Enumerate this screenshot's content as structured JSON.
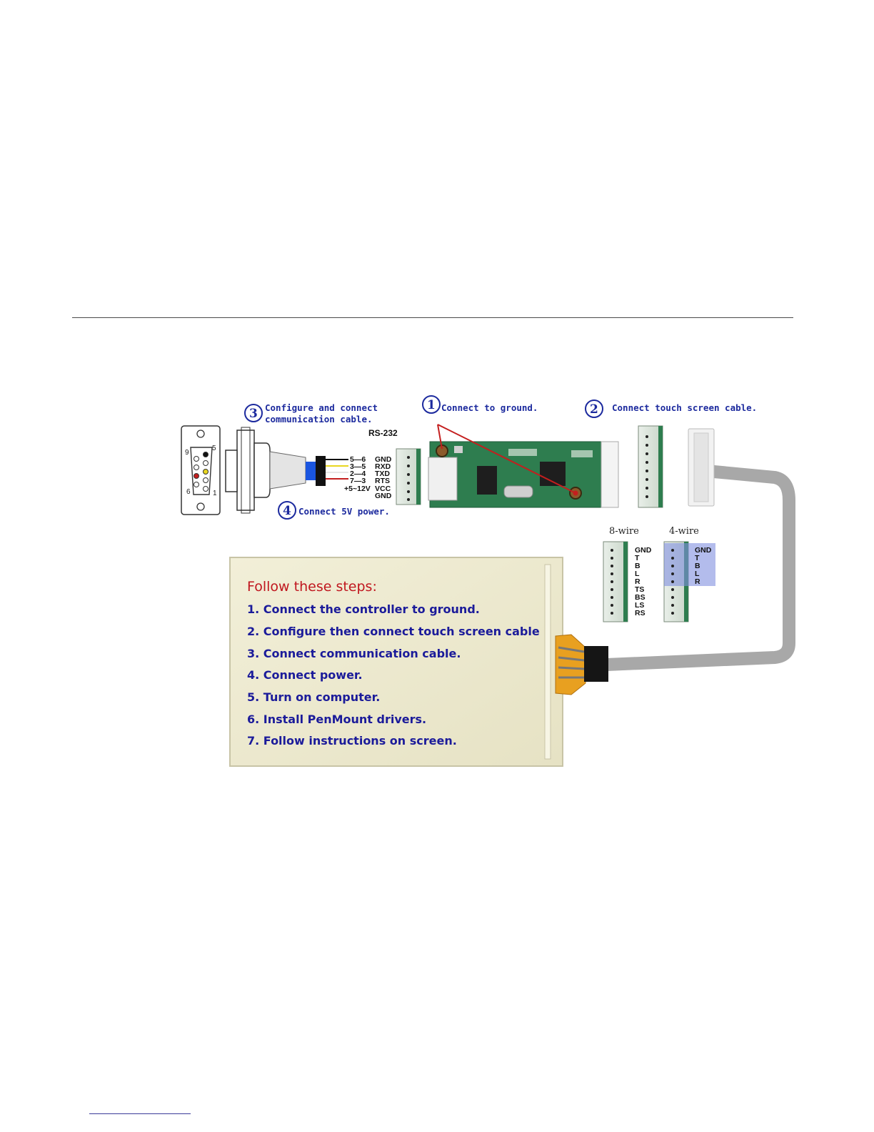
{
  "callouts": {
    "c1": {
      "num": "1",
      "text": "Connect to ground."
    },
    "c2": {
      "num": "2",
      "text": "Connect touch screen cable."
    },
    "c3": {
      "num": "3",
      "line1": "Configure and connect",
      "line2": "communication cable."
    },
    "c4": {
      "num": "4",
      "text": "Connect 5V power."
    }
  },
  "rs232": "RS-232",
  "db9_pins": {
    "p9": "9",
    "p5": "5",
    "p6": "6",
    "p1": "1"
  },
  "serial_pins": [
    {
      "map": "5—6",
      "sig": "GND"
    },
    {
      "map": "3—5",
      "sig": "RXD"
    },
    {
      "map": "2—4",
      "sig": "TXD"
    },
    {
      "map": "7—3",
      "sig": "RTS"
    },
    {
      "map": "+5~12V",
      "sig": "VCC"
    },
    {
      "map": "",
      "sig": "GND"
    }
  ],
  "wire8": {
    "label": "8-wire",
    "pins": [
      "GND",
      "T",
      "B",
      "L",
      "R",
      "TS",
      "BS",
      "LS",
      "RS"
    ]
  },
  "wire4": {
    "label": "4-wire",
    "pins": [
      "GND",
      "T",
      "B",
      "L",
      "R"
    ]
  },
  "steps": {
    "title": "Follow these steps:",
    "items": [
      "1. Connect the controller to ground.",
      "2. Configure then connect touch screen cable",
      "3. Connect communication cable.",
      "4. Connect power.",
      "5. Turn on computer.",
      "6. Install PenMount drivers.",
      "7. Follow instructions on screen."
    ]
  },
  "colors": {
    "callout_blue": "#1c2a9e",
    "steps_title_red": "#c0161e",
    "board_green": "#2e7d4f",
    "highlight": "#9aa6e6"
  }
}
